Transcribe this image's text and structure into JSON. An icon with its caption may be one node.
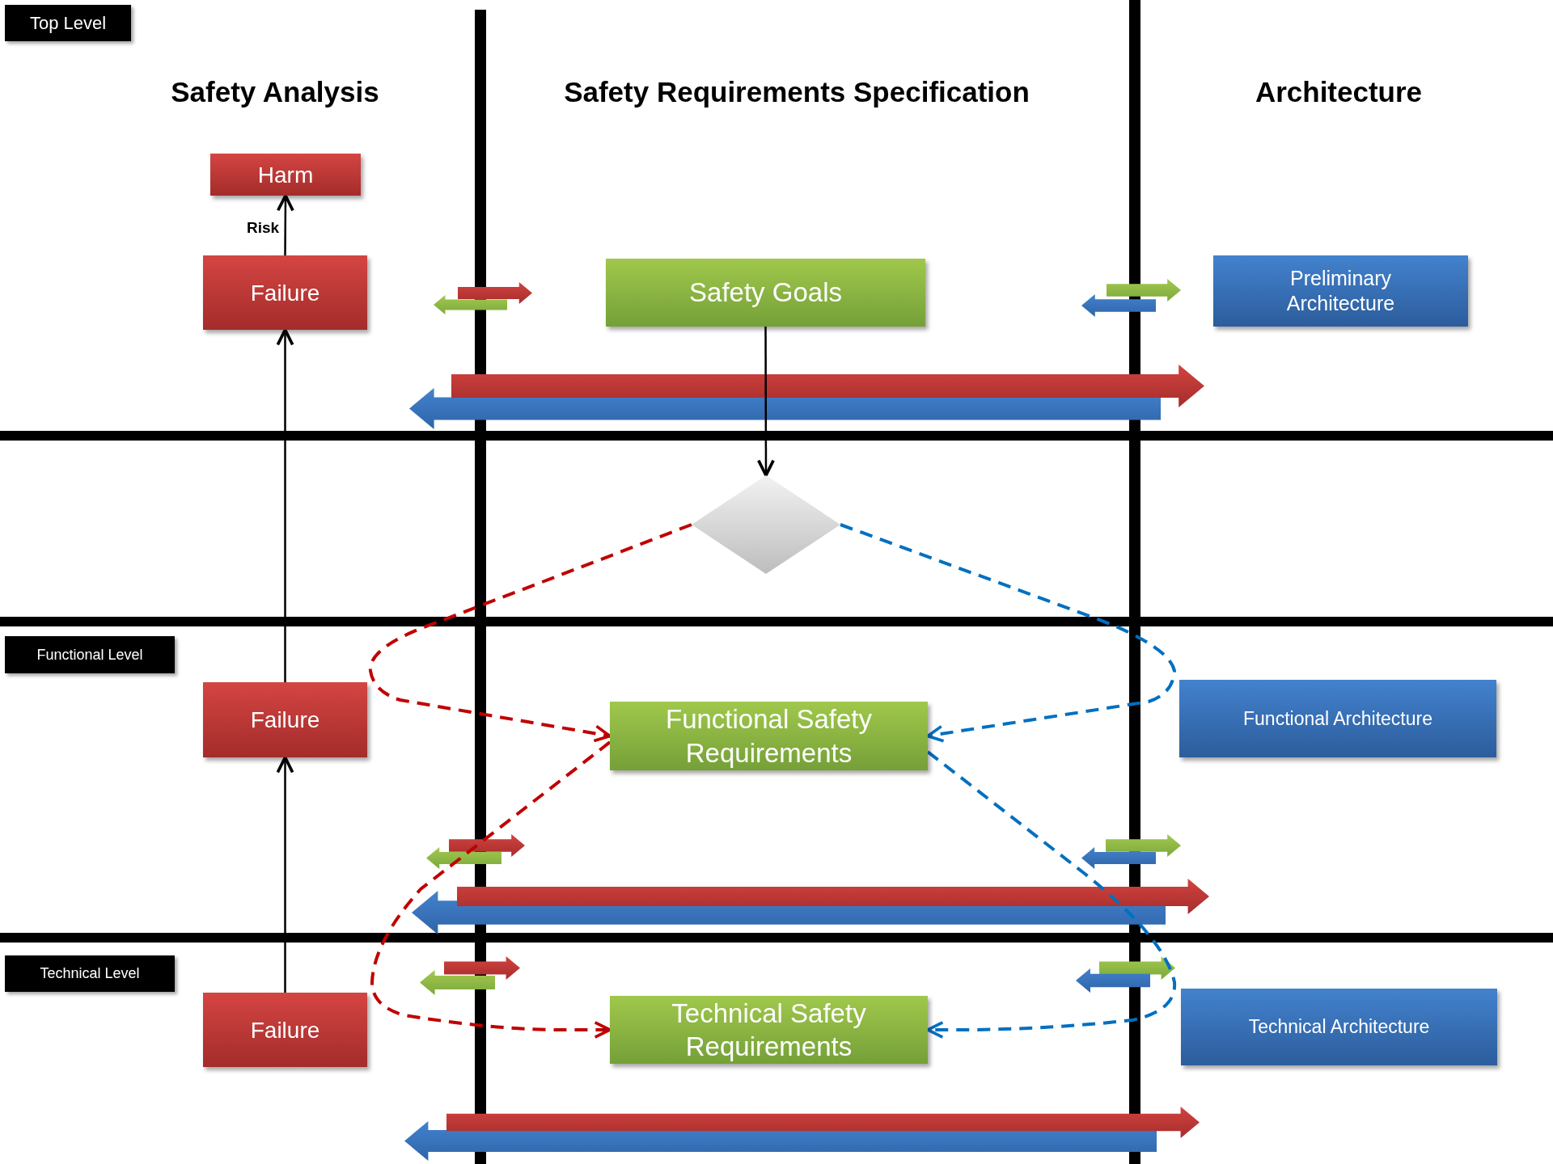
{
  "diagram": {
    "nodes": [
      {
        "text": [
          "Top Level"
        ]
      },
      {
        "text": [
          "Harm"
        ]
      },
      {
        "text": [
          "Failure"
        ]
      },
      {
        "text": [
          "Safety Goals"
        ]
      },
      {
        "text": [
          "Preliminary Architecture"
        ]
      },
      {
        "text": [],
        "shape": "diamond"
      },
      {
        "text": [
          "Functional Level"
        ]
      },
      {
        "text": [
          "Failure"
        ]
      },
      {
        "text": [
          "Functional Safety Requirements"
        ]
      },
      {
        "text": [
          "Functional Architecture"
        ]
      },
      {
        "text": [
          "Technical Level"
        ]
      },
      {
        "text": [
          "Failure"
        ]
      },
      {
        "text": [
          "Technical Safety Requirements"
        ]
      },
      {
        "text": [
          "Technical Architecture"
        ]
      }
    ],
    "edges": [
      {
        "from": 2,
        "to": 1,
        "arrow": "to",
        "label": "Risk"
      },
      {
        "from": 7,
        "to": 2,
        "arrow": "to"
      },
      {
        "from": 11,
        "to": 7,
        "arrow": "to"
      },
      {
        "from": 3,
        "to": 5,
        "arrow": "to"
      },
      {
        "from": 5,
        "to": 8,
        "arrow": "to",
        "style": "dashed",
        "color": "#c00000"
      },
      {
        "from": 5,
        "to": 8,
        "arrow": "to",
        "style": "dashed",
        "color": "#0070c0"
      },
      {
        "from": 8,
        "to": 12,
        "arrow": "to",
        "style": "dashed",
        "color": "#c00000"
      },
      {
        "from": 8,
        "to": 12,
        "arrow": "to",
        "style": "dashed",
        "color": "#0070c0"
      }
    ],
    "labels": [
      "Safety Analysis",
      "Safety Requirements Specification",
      "Architecture"
    ]
  }
}
